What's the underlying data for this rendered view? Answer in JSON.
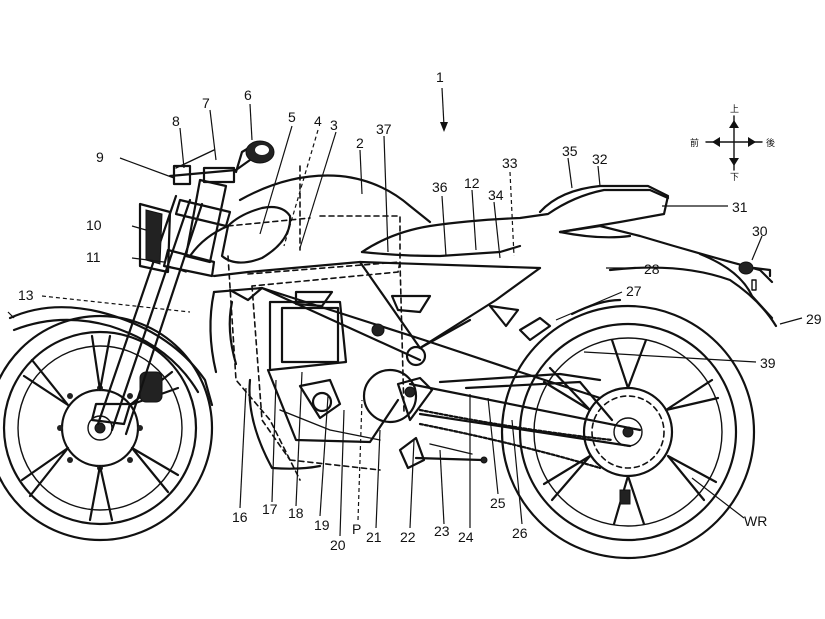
{
  "figure_number": "1",
  "compass": {
    "up": "上",
    "down": "下",
    "front": "前",
    "rear": "後"
  },
  "labels": [
    "2",
    "3",
    "4",
    "5",
    "6",
    "7",
    "8",
    "9",
    "10",
    "11",
    "12",
    "13",
    "16",
    "17",
    "18",
    "19",
    "20",
    "P",
    "21",
    "22",
    "23",
    "24",
    "25",
    "26",
    "27",
    "28",
    "29",
    "30",
    "31",
    "32",
    "33",
    "34",
    "35",
    "36",
    "37",
    "39",
    "WR"
  ]
}
